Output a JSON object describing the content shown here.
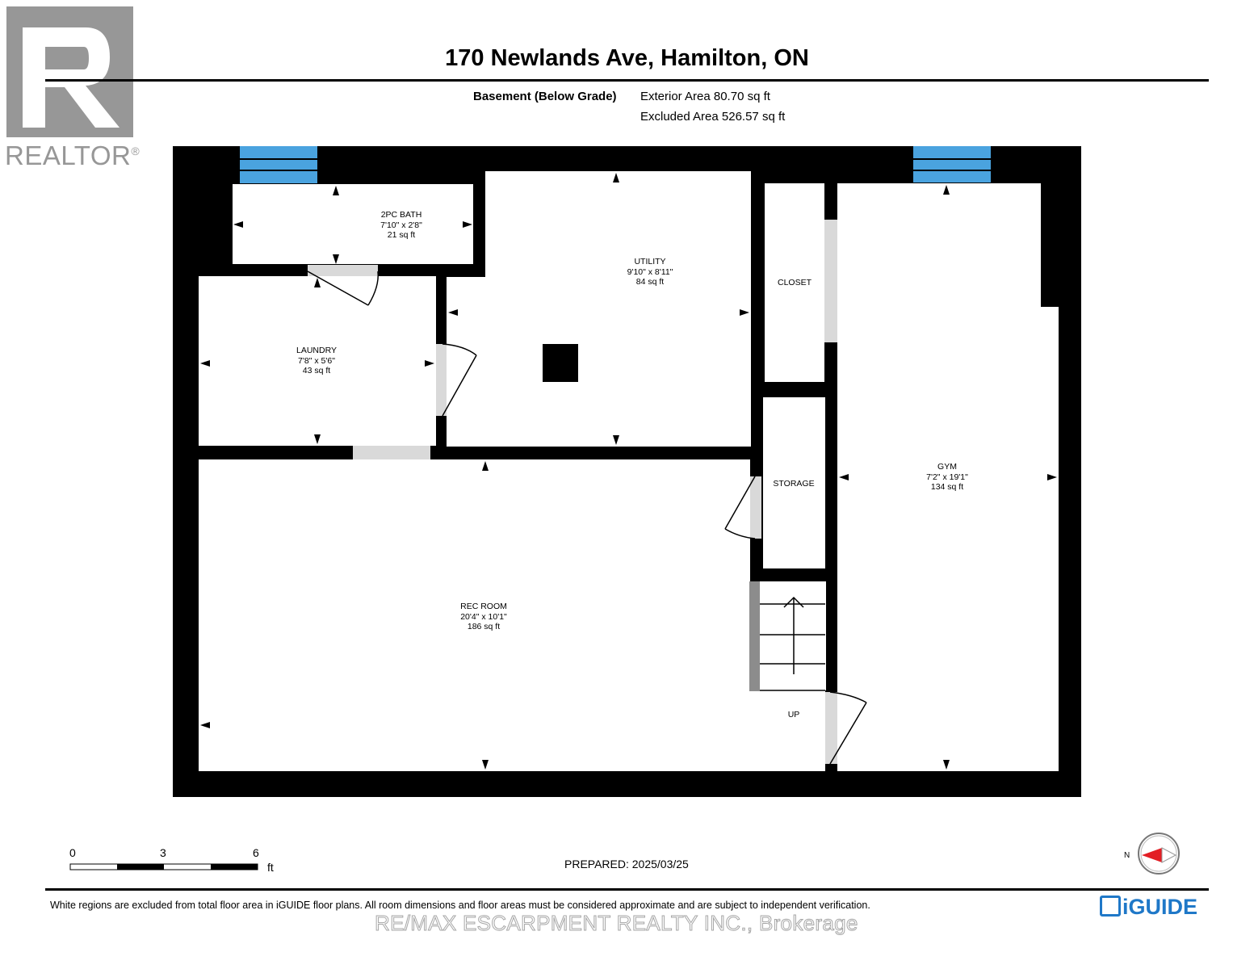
{
  "header": {
    "title": "170 Newlands Ave, Hamilton, ON",
    "floor_label": "Basement (Below Grade)",
    "exterior_area": "Exterior Area 80.70 sq ft",
    "excluded_area": "Excluded Area 526.57 sq ft"
  },
  "logos": {
    "realtor_wordmark": "REALTOR",
    "realtor_registered": "®",
    "iguide_text": "iGUIDE",
    "iguide_color": "#1f78c8"
  },
  "rooms": [
    {
      "name": "2PC BATH",
      "dims": "7'10\" x 2'8\"",
      "area": "21 sq ft"
    },
    {
      "name": "UTILITY",
      "dims": "9'10\" x 8'11\"",
      "area": "84 sq ft"
    },
    {
      "name": "LAUNDRY",
      "dims": "7'8\" x 5'6\"",
      "area": "43 sq ft"
    },
    {
      "name": "CLOSET"
    },
    {
      "name": "STORAGE"
    },
    {
      "name": "GYM",
      "dims": "7'2\" x 19'1\"",
      "area": "134 sq ft"
    },
    {
      "name": "REC ROOM",
      "dims": "20'4\" x 10'1\"",
      "area": "186 sq ft"
    },
    {
      "name": "UP"
    }
  ],
  "scale_bar": {
    "ticks": [
      "0",
      "3",
      "6"
    ],
    "unit": "ft"
  },
  "compass": {
    "label": "N"
  },
  "footer": {
    "prepared": "PREPARED: 2025/03/25",
    "disclaimer": "White regions are excluded from total floor area in iGUIDE floor plans. All room dimensions and floor areas must be considered approximate and are subject to independent verification.",
    "watermark": "RE/MAX ESCARPMENT REALTY INC., Brokerage"
  },
  "colors": {
    "window": "#4aa3df",
    "wall": "#000000",
    "door_gap": "#d9d9d9",
    "stair_rail": "#8c8c8c"
  }
}
